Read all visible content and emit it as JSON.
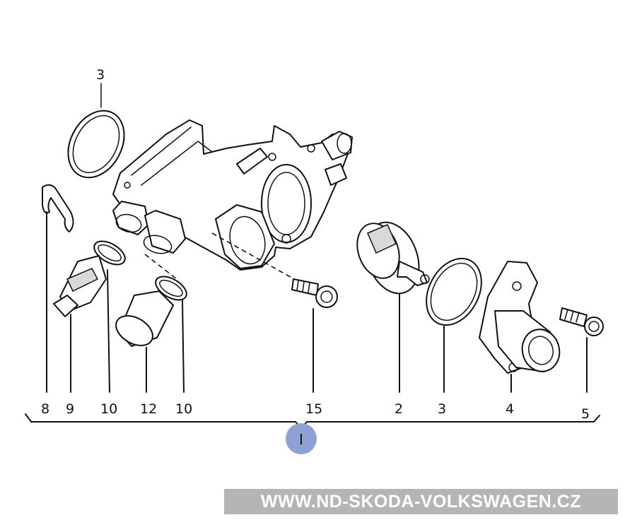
{
  "callouts": {
    "top_seal": "3",
    "bottom": [
      {
        "label": "8"
      },
      {
        "label": "9"
      },
      {
        "label": "10"
      },
      {
        "label": "12"
      },
      {
        "label": "10"
      },
      {
        "label": "15"
      },
      {
        "label": "2"
      },
      {
        "label": "3"
      },
      {
        "label": "4"
      },
      {
        "label": "5"
      }
    ]
  },
  "group_marker": "I",
  "watermark": "WWW.ND-SKODA-VOLKSWAGEN.CZ",
  "colors": {
    "marker_fill": "#8fa0d4",
    "watermark_bg": "#b5b5b5",
    "watermark_text": "#ffffff"
  }
}
